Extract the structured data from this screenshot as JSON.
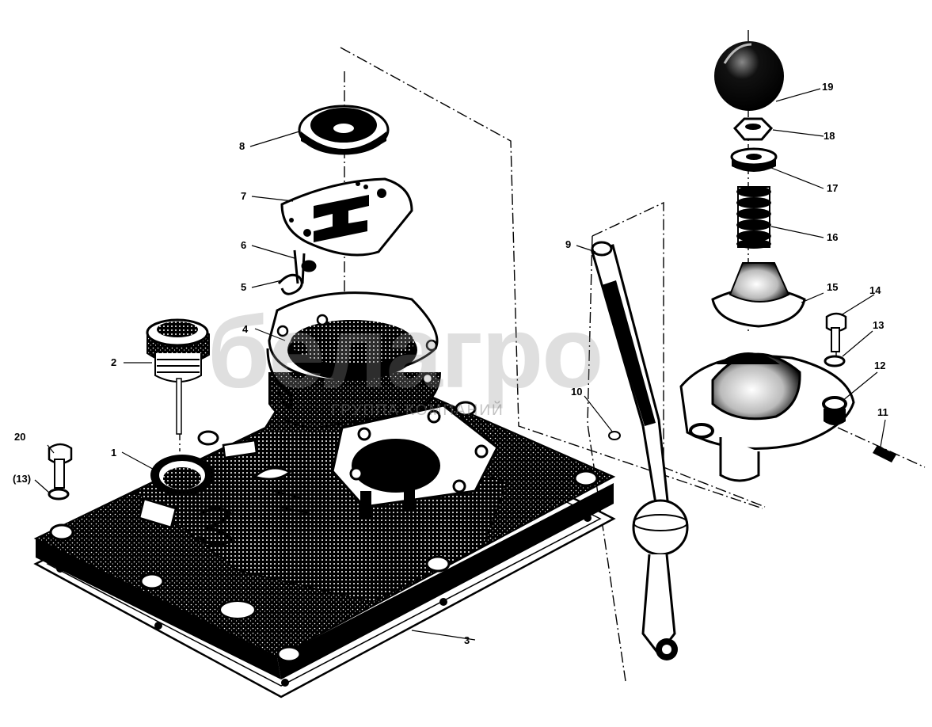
{
  "watermark": {
    "brand": "белагро",
    "tagline": "ГРУППА КОМПАНИЙ"
  },
  "callouts": [
    {
      "id": "1",
      "text": "1"
    },
    {
      "id": "2",
      "text": "2"
    },
    {
      "id": "3",
      "text": "3"
    },
    {
      "id": "4",
      "text": "4"
    },
    {
      "id": "5",
      "text": "5"
    },
    {
      "id": "6",
      "text": "6"
    },
    {
      "id": "7",
      "text": "7"
    },
    {
      "id": "8",
      "text": "8"
    },
    {
      "id": "9",
      "text": "9"
    },
    {
      "id": "10",
      "text": "10"
    },
    {
      "id": "11",
      "text": "11"
    },
    {
      "id": "12",
      "text": "12"
    },
    {
      "id": "13",
      "text": "13"
    },
    {
      "id": "13b",
      "text": "(13)"
    },
    {
      "id": "14",
      "text": "14"
    },
    {
      "id": "15",
      "text": "15"
    },
    {
      "id": "16",
      "text": "16"
    },
    {
      "id": "17",
      "text": "17"
    },
    {
      "id": "18",
      "text": "18"
    },
    {
      "id": "19",
      "text": "19"
    },
    {
      "id": "20",
      "text": "20"
    }
  ],
  "colors": {
    "ink": "#000000",
    "paper": "#ffffff",
    "watermark": "#9a9a9a"
  }
}
